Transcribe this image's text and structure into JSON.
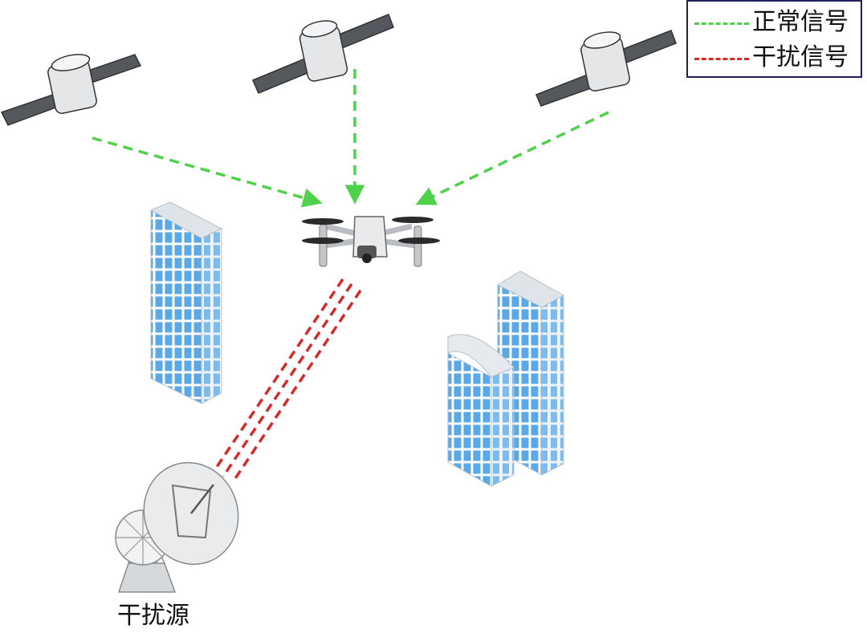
{
  "legend": {
    "normal_label": "正常信号",
    "jamming_label": "干扰信号"
  },
  "jammer_label": "干扰源",
  "colors": {
    "normal_signal": "#4fd24a",
    "jamming_signal": "#d42a2a",
    "legend_border": "#1f1f5a",
    "building_glass": "#5aa9e6"
  }
}
